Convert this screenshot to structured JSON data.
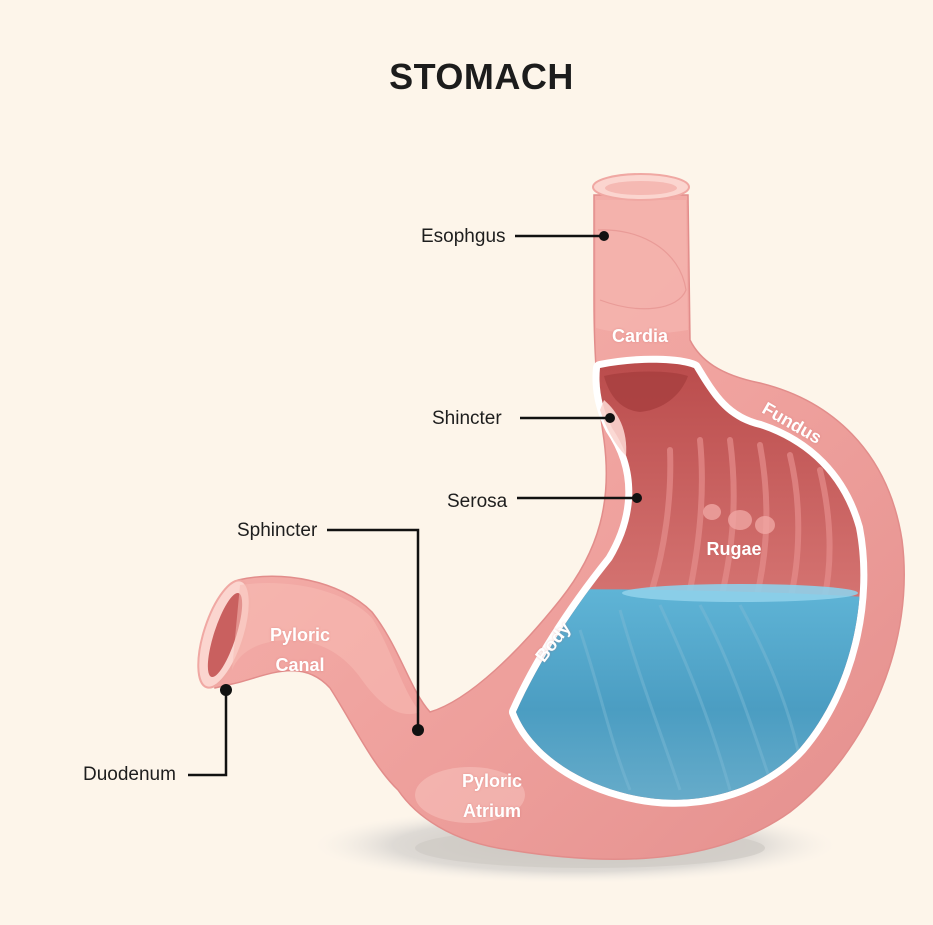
{
  "title": "STOMACH",
  "labels": {
    "esophagus": "Esophgus",
    "shincter": "Shincter",
    "serosa": "Serosa",
    "sphincter": "Sphincter",
    "duodenum": "Duodenum"
  },
  "inner_labels": {
    "cardia": "Cardia",
    "fundus": "Fundus",
    "rugae": "Rugae",
    "body": "Body",
    "pyloric_canal_1": "Pyloric",
    "pyloric_canal_2": "Canal",
    "pyloric_atrium_1": "Pyloric",
    "pyloric_atrium_2": "Atrium"
  },
  "colors": {
    "background": "#fdf5ea",
    "tissue": "#f2a6a2",
    "tissue_dark": "#d9706f",
    "inner_cavity": "#d2706e",
    "fluid": "#4a9fc4",
    "pointer": "#111111"
  }
}
